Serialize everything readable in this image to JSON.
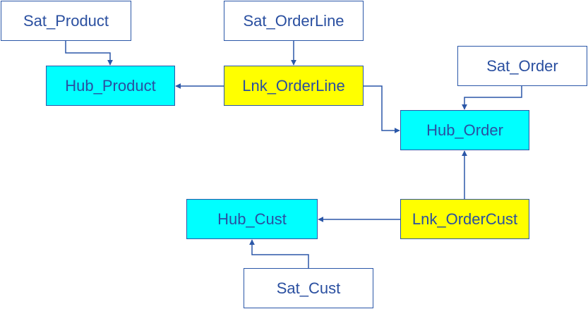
{
  "diagram": {
    "nodes": {
      "sat_product": {
        "label": "Sat_Product",
        "kind": "satellite",
        "color": "#ffffff"
      },
      "sat_orderline": {
        "label": "Sat_OrderLine",
        "kind": "satellite",
        "color": "#ffffff"
      },
      "hub_product": {
        "label": "Hub_Product",
        "kind": "hub",
        "color": "#00ffff"
      },
      "lnk_orderline": {
        "label": "Lnk_OrderLine",
        "kind": "link",
        "color": "#ffff00"
      },
      "sat_order": {
        "label": "Sat_Order",
        "kind": "satellite",
        "color": "#ffffff"
      },
      "hub_order": {
        "label": "Hub_Order",
        "kind": "hub",
        "color": "#00ffff"
      },
      "hub_cust": {
        "label": "Hub_Cust",
        "kind": "hub",
        "color": "#00ffff"
      },
      "lnk_ordercust": {
        "label": "Lnk_OrderCust",
        "kind": "link",
        "color": "#ffff00"
      },
      "sat_cust": {
        "label": "Sat_Cust",
        "kind": "satellite",
        "color": "#ffffff"
      }
    },
    "edges": [
      {
        "from": "sat_product",
        "to": "hub_product"
      },
      {
        "from": "sat_orderline",
        "to": "lnk_orderline"
      },
      {
        "from": "lnk_orderline",
        "to": "hub_product"
      },
      {
        "from": "lnk_orderline",
        "to": "hub_order"
      },
      {
        "from": "sat_order",
        "to": "hub_order"
      },
      {
        "from": "lnk_ordercust",
        "to": "hub_order"
      },
      {
        "from": "lnk_ordercust",
        "to": "hub_cust"
      },
      {
        "from": "sat_cust",
        "to": "hub_cust"
      }
    ],
    "colors": {
      "line": "#2b57a8",
      "text": "#2a4fa0"
    }
  }
}
